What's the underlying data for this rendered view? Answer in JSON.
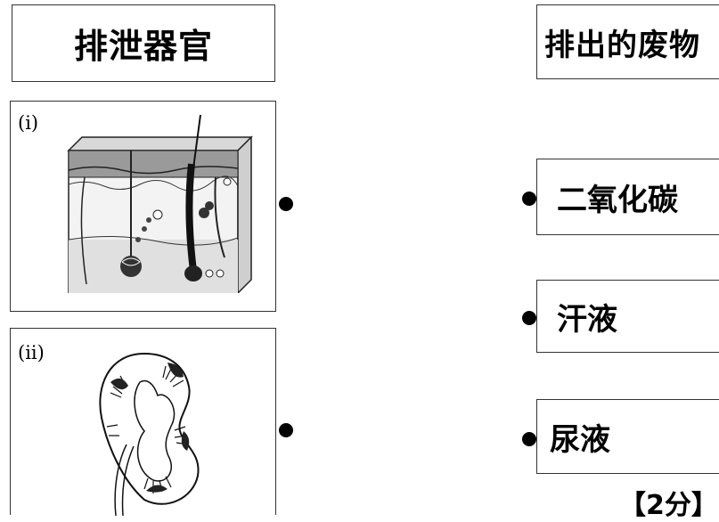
{
  "left_header": "排泄器官",
  "right_header": "排出的废物",
  "organs": [
    {
      "label": "(i)",
      "icon": "skin-cross-section-icon"
    },
    {
      "label": "(ii)",
      "icon": "kidney-icon"
    }
  ],
  "wastes": [
    "二氧化碳",
    "汗液",
    "尿液"
  ],
  "marks": "【2分】"
}
